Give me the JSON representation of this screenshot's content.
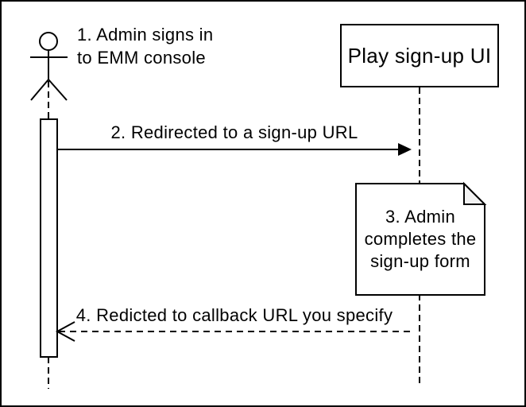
{
  "diagram": {
    "type": "sequence-diagram",
    "colors": {
      "stroke": "#000000",
      "background": "#ffffff",
      "note_fill": "#ffffff",
      "note_fold": "#f2f2f2",
      "frame": "#000000"
    },
    "actor": {
      "label": "1. Admin signs in\nto EMM console"
    },
    "participant": {
      "label": "Play sign-up UI"
    },
    "note": {
      "label": "3. Admin\ncompletes the\nsign-up form"
    },
    "messages": [
      {
        "label": "2. Redirected to a sign-up URL",
        "style": "solid",
        "direction": "right"
      },
      {
        "label": "4. Redicted to callback URL you specify",
        "style": "dashed",
        "direction": "left"
      }
    ]
  }
}
